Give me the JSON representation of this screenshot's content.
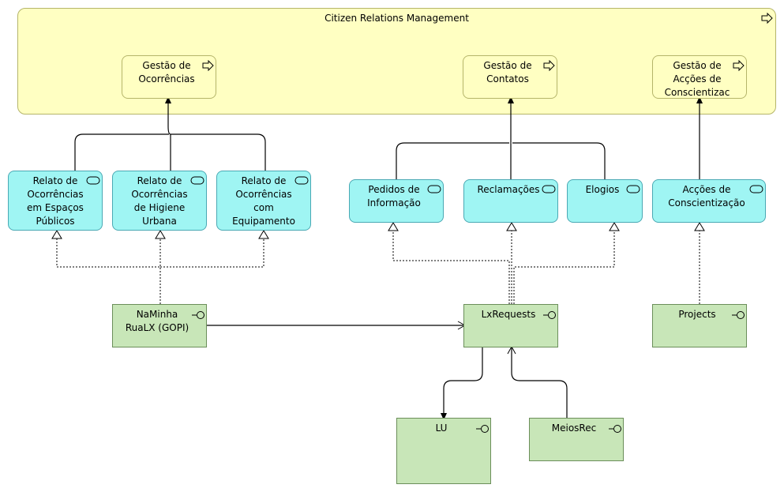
{
  "group": {
    "title": "Citizen Relations Management"
  },
  "processes": [
    {
      "id": "p1",
      "label": "Gestão de\nOcorrências",
      "icon": "process-arrow-icon"
    },
    {
      "id": "p2",
      "label": "Gestão de\nContatos",
      "icon": "process-arrow-icon"
    },
    {
      "id": "p3",
      "label": "Gestão de\nAcções de\nConscientizac",
      "icon": "process-arrow-icon"
    }
  ],
  "services": [
    {
      "id": "s1",
      "label": "Relato de\nOcorrências\nem Espaços\nPúblicos",
      "icon": "service-pill-icon"
    },
    {
      "id": "s2",
      "label": "Relato de\nOcorrências\nde Higiene\nUrbana",
      "icon": "service-pill-icon"
    },
    {
      "id": "s3",
      "label": "Relato de\nOcorrências\ncom\nEquipamento",
      "icon": "service-pill-icon"
    },
    {
      "id": "s4",
      "label": "Pedidos de\nInformação",
      "icon": "service-pill-icon"
    },
    {
      "id": "s5",
      "label": "Reclamações",
      "icon": "service-pill-icon"
    },
    {
      "id": "s6",
      "label": "Elogios",
      "icon": "service-pill-icon"
    },
    {
      "id": "s7",
      "label": "Acções de\nConscientização",
      "icon": "service-pill-icon"
    }
  ],
  "components": [
    {
      "id": "c1",
      "label": "NaMinha\nRuaLX (GOPI)",
      "icon": "interface-lollipop-icon"
    },
    {
      "id": "c2",
      "label": "LxRequests",
      "icon": "interface-lollipop-icon"
    },
    {
      "id": "c3",
      "label": "Projects",
      "icon": "interface-lollipop-icon"
    },
    {
      "id": "c4",
      "label": "LU",
      "icon": "interface-lollipop-icon"
    },
    {
      "id": "c5",
      "label": "MeiosRec",
      "icon": "interface-lollipop-icon"
    }
  ],
  "colors": {
    "process_fill": "#ffffc2",
    "service_fill": "#9ff5f3",
    "component_fill": "#c8e6b8",
    "line": "#000000"
  }
}
